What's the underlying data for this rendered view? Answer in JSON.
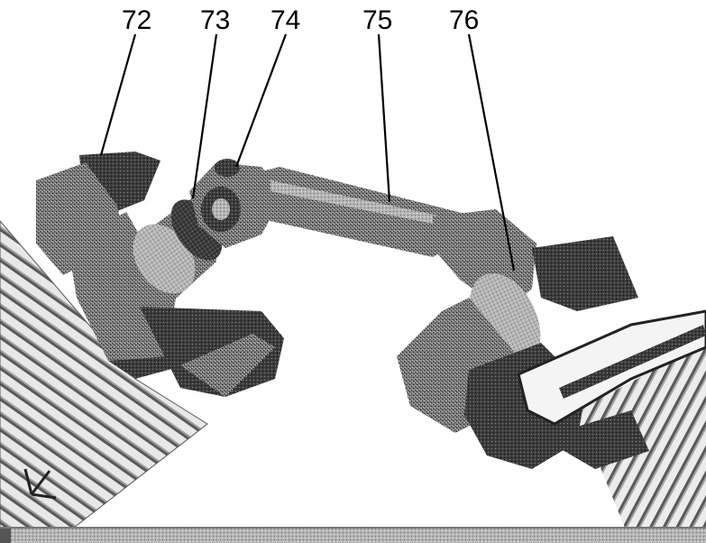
{
  "figure": {
    "callouts": [
      {
        "id": "72",
        "text": "72"
      },
      {
        "id": "73",
        "text": "73"
      },
      {
        "id": "74",
        "text": "74"
      },
      {
        "id": "75",
        "text": "75"
      },
      {
        "id": "76",
        "text": "76"
      }
    ]
  },
  "colors": {
    "background": "#ffffff",
    "ink": "#000000",
    "metal_dark": "#3c3c3c",
    "metal_mid": "#6e6e6e",
    "metal_light": "#a8a8a8",
    "highlight": "#e6e6e6"
  }
}
